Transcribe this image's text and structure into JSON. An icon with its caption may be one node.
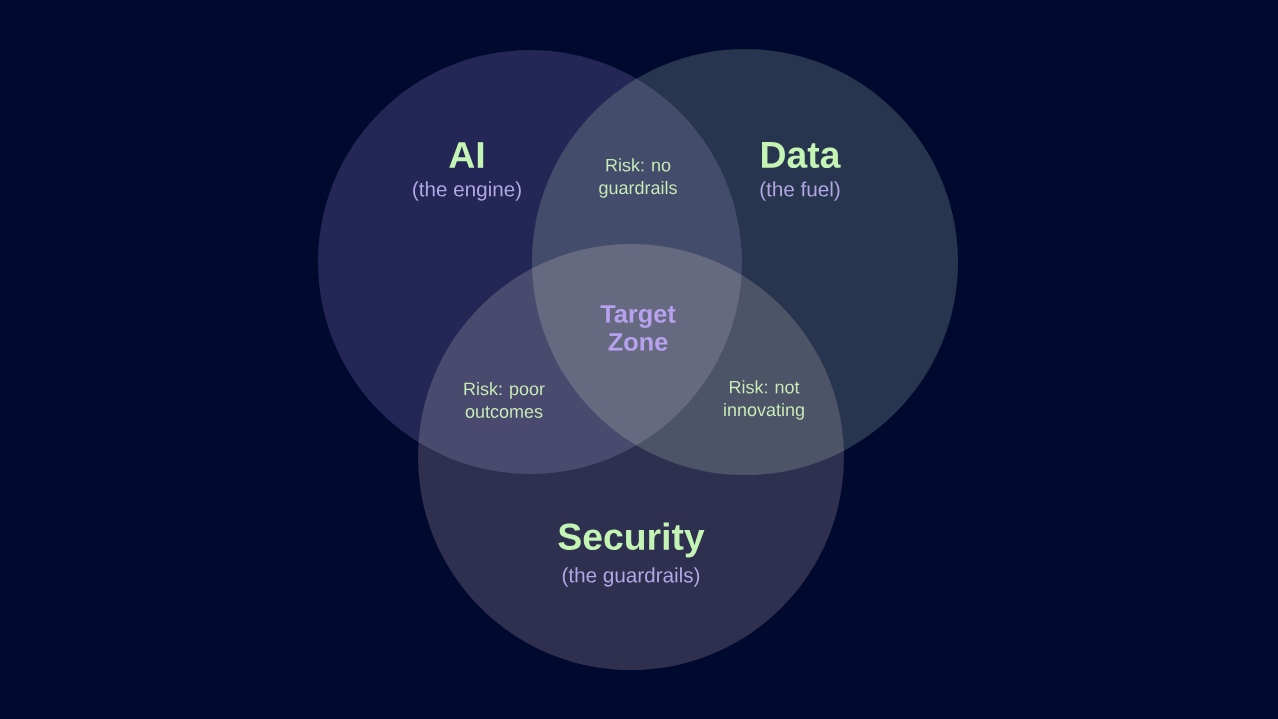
{
  "diagram": {
    "nodes": [
      {
        "text": [
          "AI",
          "(the engine)"
        ]
      },
      {
        "text": [
          "Data",
          "(the fuel)"
        ]
      },
      {
        "text": [
          "Security",
          "(the guardrails)"
        ]
      }
    ],
    "labels": [
      "Risk: no guardrails",
      "Target Zone",
      "Risk: poor outcomes",
      "Risk: not innovating"
    ]
  }
}
